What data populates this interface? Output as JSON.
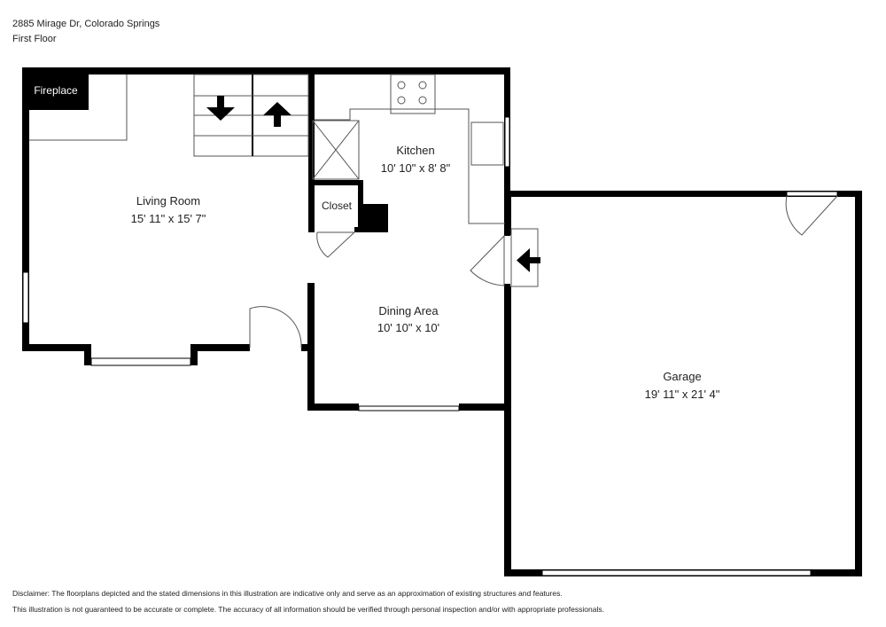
{
  "header": {
    "address": "2885 Mirage Dr, Colorado Springs",
    "floor": "First Floor"
  },
  "rooms": {
    "fireplace": {
      "name": "Fireplace"
    },
    "living": {
      "name": "Living Room",
      "dims": "15' 11\" x 15' 7\""
    },
    "kitchen": {
      "name": "Kitchen",
      "dims": "10' 10\" x 8' 8\""
    },
    "closet": {
      "name": "Closet"
    },
    "dining": {
      "name": "Dining Area",
      "dims": "10' 10\" x 10'"
    },
    "garage": {
      "name": "Garage",
      "dims": "19' 11\" x 21' 4\""
    }
  },
  "disclaimer": {
    "line1": "Disclaimer: The floorplans depicted and the stated dimensions in this illustration are indicative only and serve as an approximation of existing structures and features.",
    "line2": "This illustration is not guaranteed to be accurate or complete. The accuracy of all information should be verified through personal inspection and/or with appropriate professionals."
  }
}
